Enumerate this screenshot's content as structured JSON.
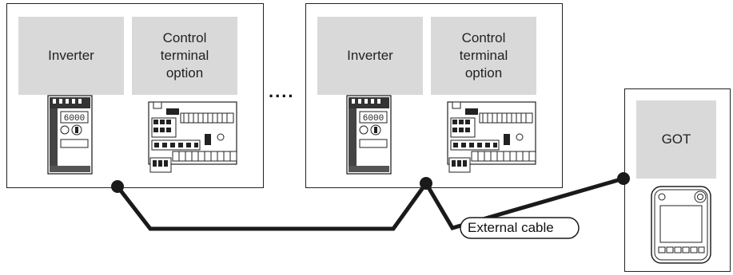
{
  "stations": [
    {
      "inverter_label": "Inverter",
      "option_label_lines": [
        "Control",
        "terminal",
        "option"
      ]
    },
    {
      "inverter_label": "Inverter",
      "option_label_lines": [
        "Control",
        "terminal",
        "option"
      ]
    }
  ],
  "ellipsis": "....",
  "got": {
    "label": "GOT"
  },
  "cable": {
    "label": "External cable"
  },
  "colors": {
    "device_box": "#d9d9d9",
    "line": "#1a1a1a"
  }
}
